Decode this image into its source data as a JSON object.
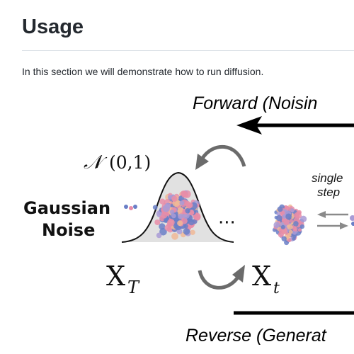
{
  "section": {
    "title": "Usage",
    "intro": "In this section we will demonstrate how to run diffusion."
  },
  "figure": {
    "forward_label": "Forward (Noisin",
    "reverse_label": "Reverse (Generat",
    "normal_symbol": "𝒩",
    "normal_params": "(0,1)",
    "noise_label_line1": "Gaussian",
    "noise_label_line2": "Noise",
    "ellipsis": "···",
    "step_label_line1": "single",
    "step_label_line2": "step",
    "x_final": "X",
    "x_final_sub": "T",
    "x_mid": "X",
    "x_mid_sub": "t",
    "colors": {
      "blue": "#6a7fc7",
      "pink": "#e88da8",
      "peach": "#f0b896",
      "lavender": "#a99bd6",
      "arrow_gray": "#6b6b6b",
      "curve_fill": "#d9d9d9"
    }
  }
}
